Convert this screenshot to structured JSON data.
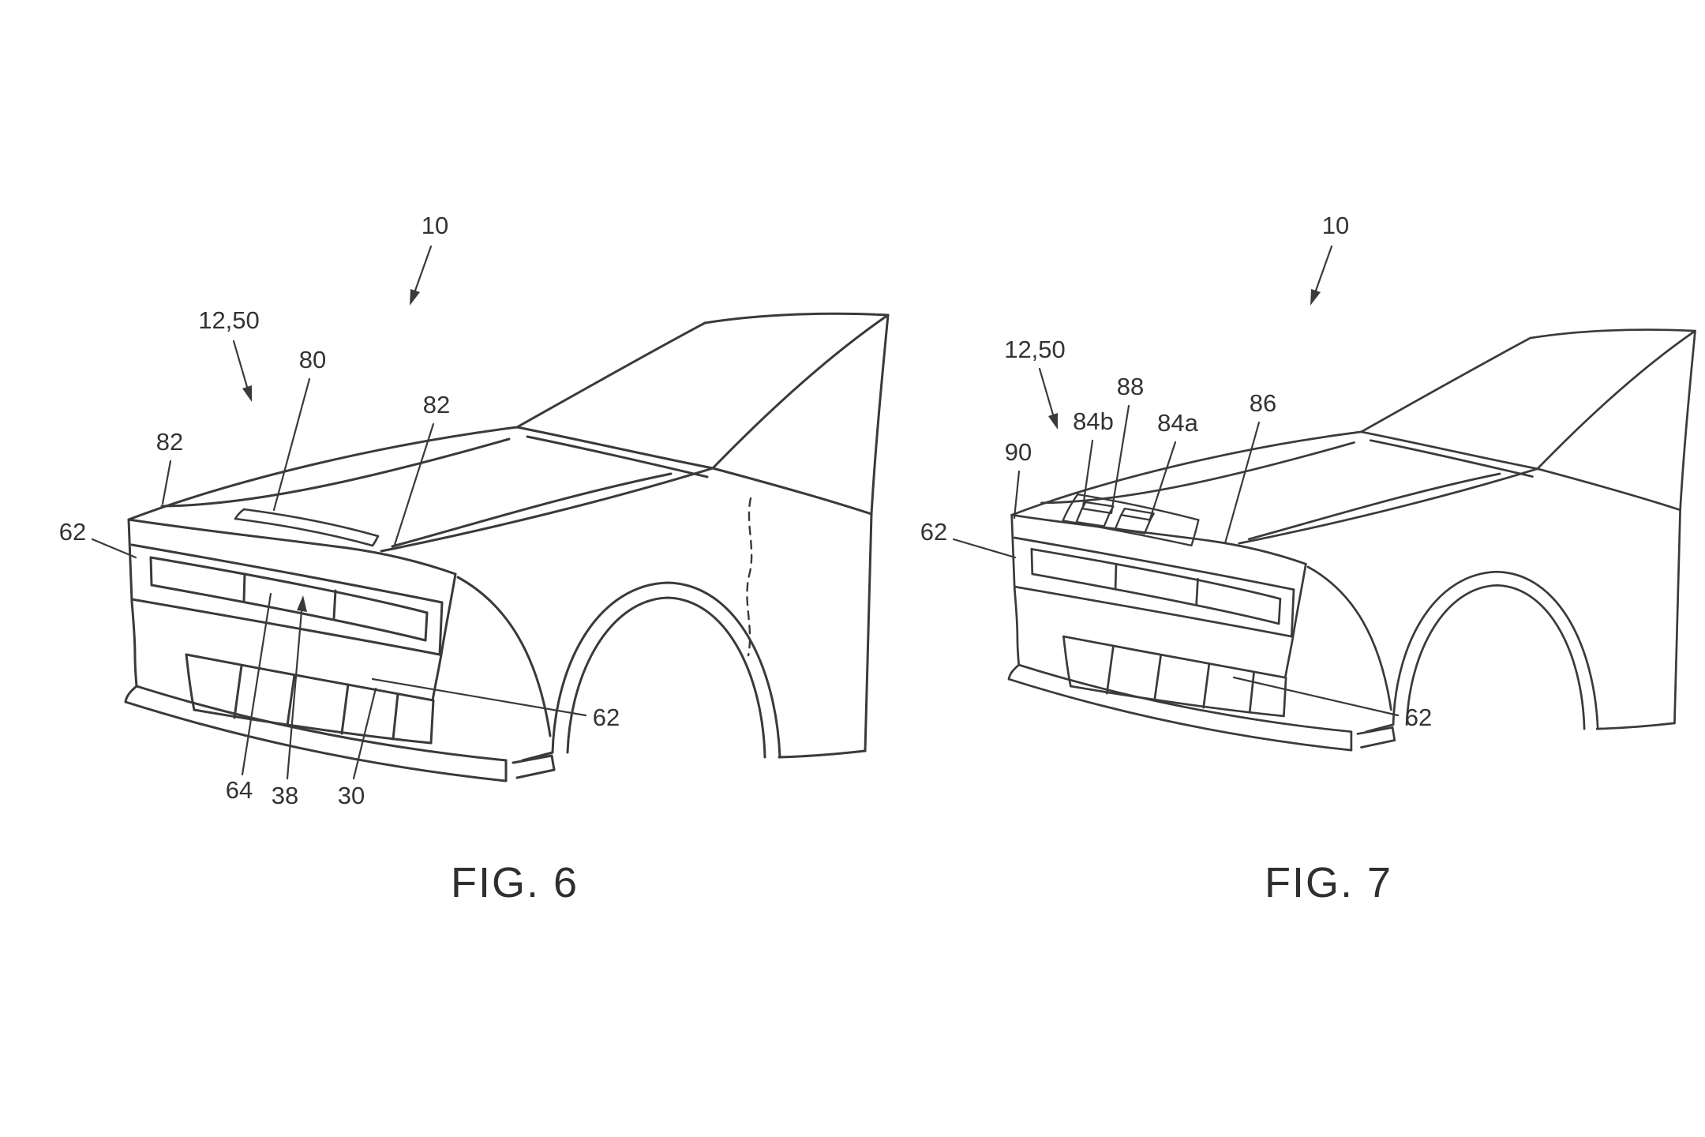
{
  "page": {
    "background": "#ffffff",
    "line_color": "#3a3a3a",
    "text_color": "#333333"
  },
  "figures": [
    {
      "caption": "FIG. 6",
      "labels": [
        {
          "id": "ref-10",
          "text": "10"
        },
        {
          "id": "ref-12-50",
          "text": "12,50"
        },
        {
          "id": "ref-80",
          "text": "80"
        },
        {
          "id": "ref-82-left",
          "text": "82"
        },
        {
          "id": "ref-82-mid",
          "text": "82"
        },
        {
          "id": "ref-62-front",
          "text": "62"
        },
        {
          "id": "ref-62-rear",
          "text": "62"
        },
        {
          "id": "ref-64",
          "text": "64"
        },
        {
          "id": "ref-38",
          "text": "38"
        },
        {
          "id": "ref-30",
          "text": "30"
        }
      ]
    },
    {
      "caption": "FIG. 7",
      "labels": [
        {
          "id": "ref-10",
          "text": "10"
        },
        {
          "id": "ref-12-50",
          "text": "12,50"
        },
        {
          "id": "ref-90",
          "text": "90"
        },
        {
          "id": "ref-84b",
          "text": "84b"
        },
        {
          "id": "ref-88",
          "text": "88"
        },
        {
          "id": "ref-84a",
          "text": "84a"
        },
        {
          "id": "ref-86",
          "text": "86"
        },
        {
          "id": "ref-62-front",
          "text": "62"
        },
        {
          "id": "ref-62-rear",
          "text": "62"
        }
      ]
    }
  ]
}
